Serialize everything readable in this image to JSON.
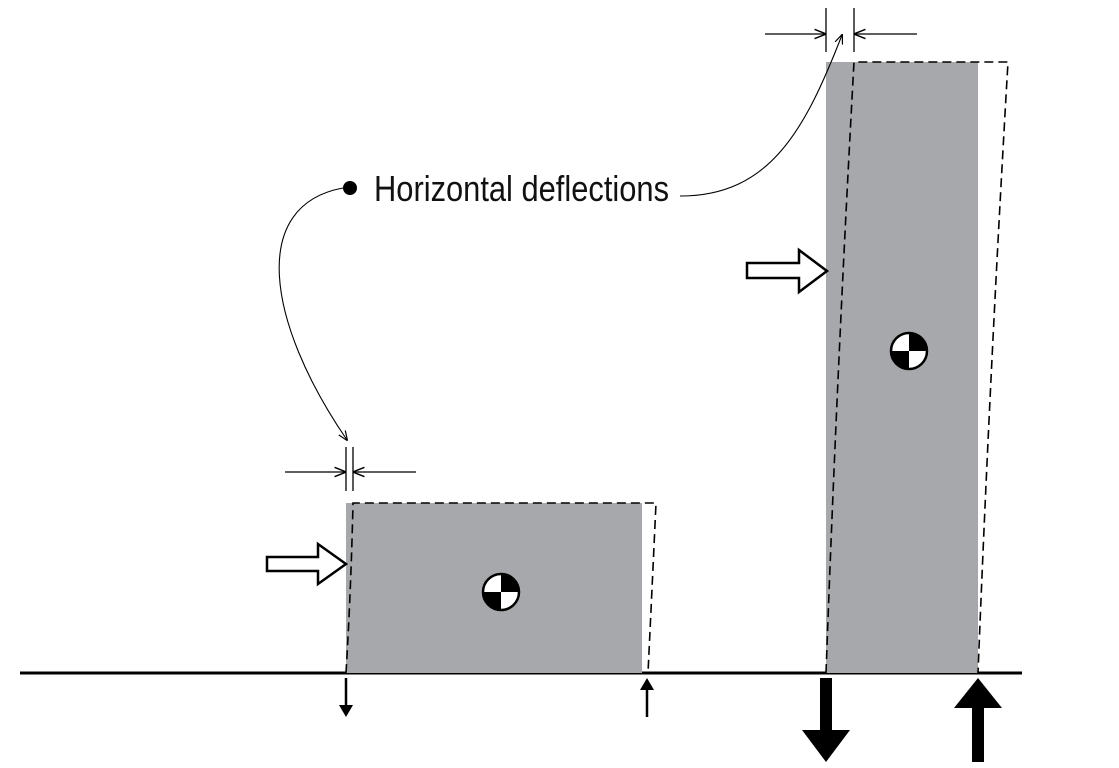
{
  "annotation": {
    "label": "Horizontal deflections"
  },
  "colors": {
    "block_fill": "#a7a8ab",
    "line": "#000000",
    "background": "#ffffff"
  },
  "elements": {
    "short_block": {
      "description_icon": "center-of-mass-icon",
      "load_arrow_icon": "hollow-arrow-right-icon",
      "reaction_left": "down-arrow-small",
      "reaction_right": "up-arrow-small"
    },
    "tall_block": {
      "description_icon": "center-of-mass-icon",
      "load_arrow_icon": "hollow-arrow-right-icon",
      "reaction_left": "down-arrow-large",
      "reaction_right": "up-arrow-large"
    }
  }
}
